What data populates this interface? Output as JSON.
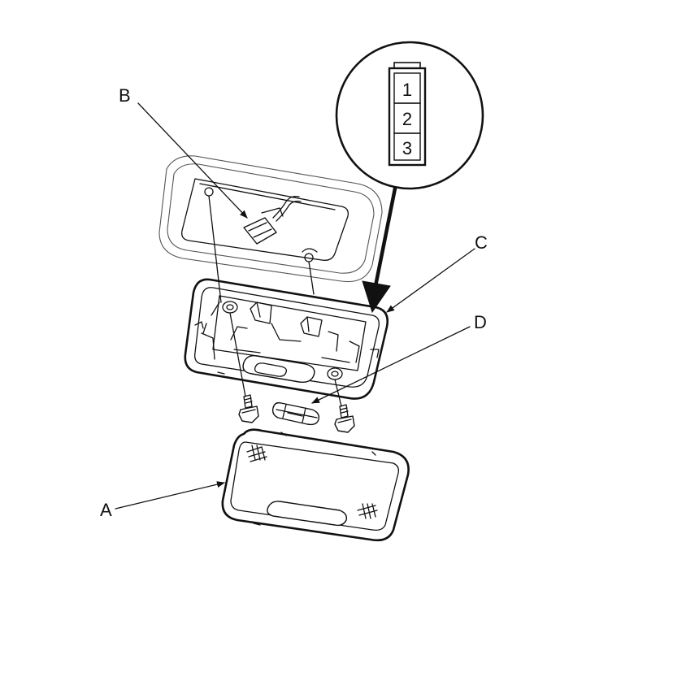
{
  "labels": {
    "a": "A",
    "b": "B",
    "c": "C",
    "d": "D"
  },
  "connector_pins": [
    "1",
    "2",
    "3"
  ],
  "colors": {
    "line": "#111111",
    "background": "#ffffff"
  }
}
